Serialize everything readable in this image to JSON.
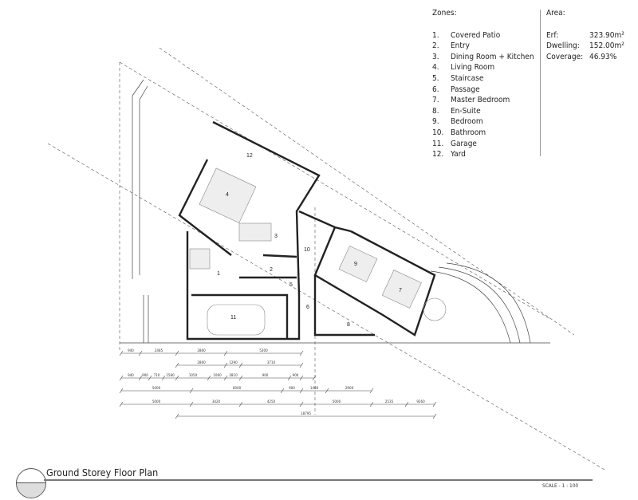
{
  "zones": {
    "heading": "Zones:",
    "items": [
      {
        "num": "1.",
        "label": "Covered Patio"
      },
      {
        "num": "2.",
        "label": "Entry"
      },
      {
        "num": "3.",
        "label": "Dining Room + Kitchen"
      },
      {
        "num": "4.",
        "label": "Living Room"
      },
      {
        "num": "5.",
        "label": "Staircase"
      },
      {
        "num": "6.",
        "label": "Passage"
      },
      {
        "num": "7.",
        "label": "Master Bedroom"
      },
      {
        "num": "8.",
        "label": "En-Suite"
      },
      {
        "num": "9.",
        "label": "Bedroom"
      },
      {
        "num": "10.",
        "label": "Bathroom"
      },
      {
        "num": "11.",
        "label": "Garage"
      },
      {
        "num": "12.",
        "label": "Yard"
      }
    ]
  },
  "area": {
    "heading": "Area:",
    "rows": [
      {
        "key": "Erf:",
        "value": "323.90m²"
      },
      {
        "key": "Dwelling:",
        "value": "152.00m²"
      },
      {
        "key": "Coverage:",
        "value": "46.93%"
      }
    ]
  },
  "plan": {
    "room_numbers": [
      "1",
      "2",
      "3",
      "4",
      "5",
      "6",
      "7",
      "8",
      "9",
      "10",
      "11",
      "12"
    ],
    "dimension_rows": [
      [
        "940",
        "2485",
        "2860",
        "5300"
      ],
      [
        "2860",
        "1290",
        "3710"
      ],
      [
        "940",
        "900",
        "710",
        "1580",
        "1050",
        "1060",
        "2810",
        "900",
        "900"
      ],
      [
        "5000",
        "6000",
        "900",
        "1400",
        "2900"
      ],
      [
        "5000",
        "3420",
        "4250",
        "5000",
        "2535",
        "9260"
      ],
      [
        "18795"
      ]
    ]
  },
  "footer": {
    "title": "Ground Storey Floor Plan",
    "scale": "SCALE - 1 : 100"
  }
}
